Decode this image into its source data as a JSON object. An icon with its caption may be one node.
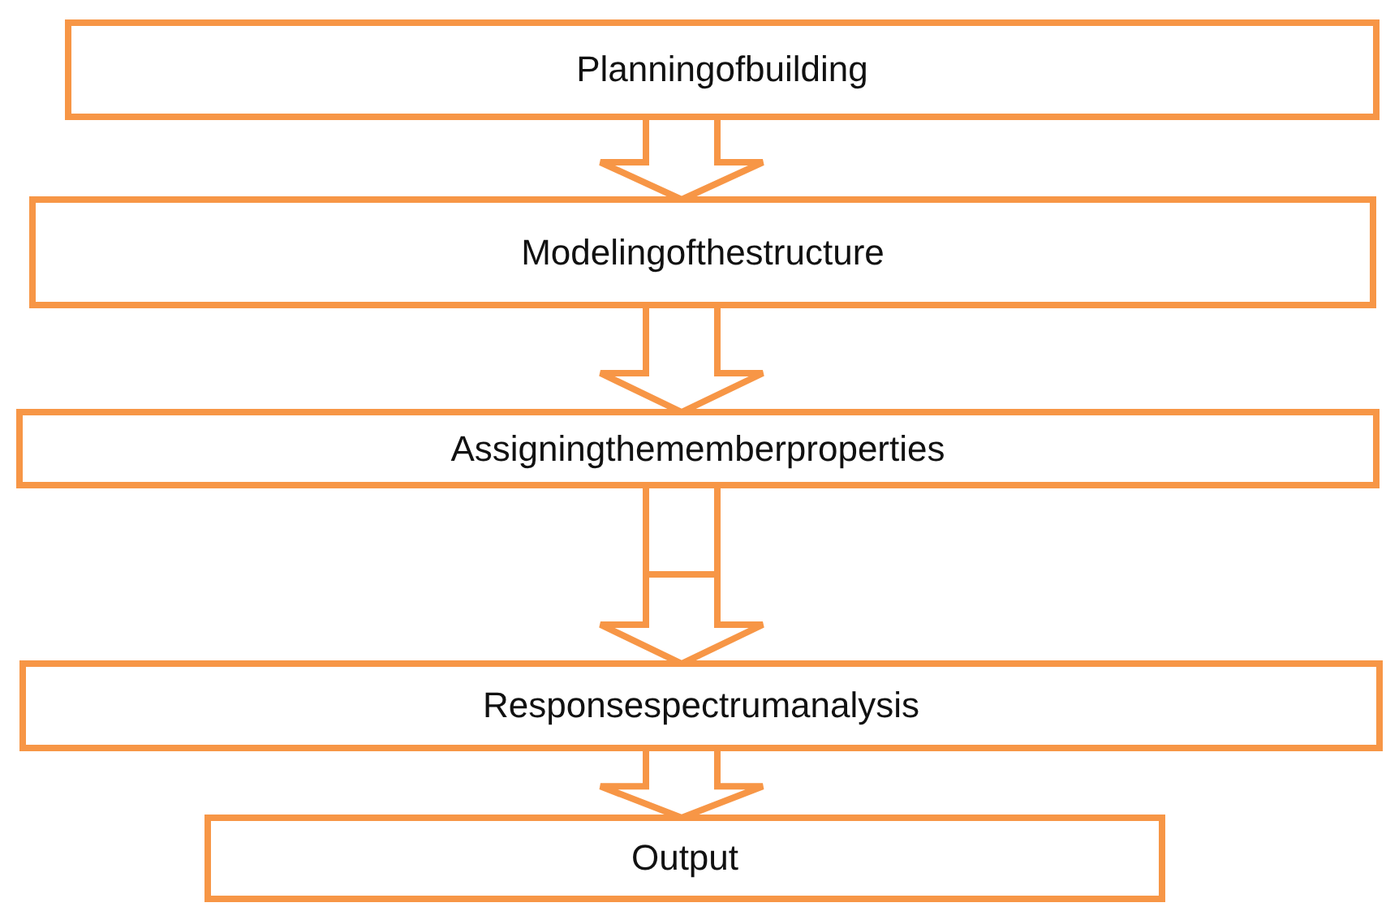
{
  "diagram": {
    "nodes": [
      {
        "text": [
          "Planningofbuilding"
        ]
      },
      {
        "text": [
          "Modelingofthestructure"
        ]
      },
      {
        "text": [
          "Assigningthememberproperties"
        ]
      },
      {
        "text": [
          "Responsespectrumanalysis"
        ]
      },
      {
        "text": [
          "Output"
        ]
      }
    ],
    "edges": [
      {
        "from": 0,
        "to": 1,
        "arrow": "to"
      },
      {
        "from": 1,
        "to": 2,
        "arrow": "to"
      },
      {
        "from": 2,
        "to": 3,
        "arrow": "to"
      },
      {
        "from": 3,
        "to": 4,
        "arrow": "to"
      }
    ]
  }
}
